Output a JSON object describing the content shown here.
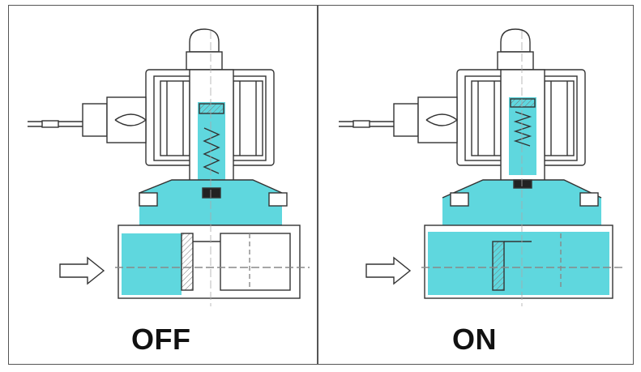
{
  "panels": [
    {
      "id": "off",
      "label": "OFF",
      "fluid": "#5fd7de"
    },
    {
      "id": "on",
      "label": "ON",
      "fluid": "#5fd7de"
    }
  ],
  "colors": {
    "line": "#333333",
    "fluid": "#5fd7de",
    "hatch": "#777777"
  }
}
